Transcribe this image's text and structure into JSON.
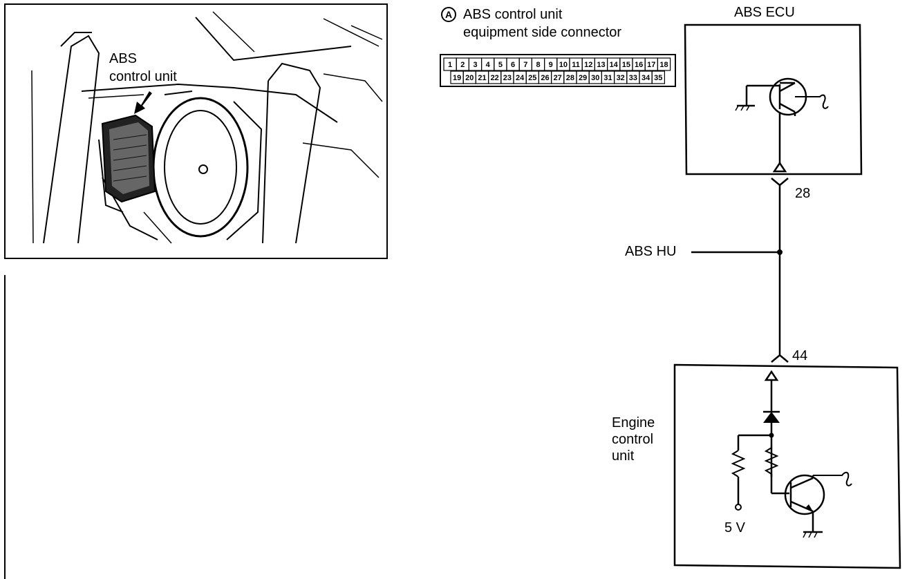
{
  "photo": {
    "callout_line1": "ABS",
    "callout_line2": "control unit"
  },
  "connector": {
    "marker": "A",
    "title_line1": "ABS control unit",
    "title_line2": "equipment side connector",
    "top_row": [
      "1",
      "2",
      "3",
      "4",
      "5",
      "6",
      "7",
      "8",
      "9",
      "10",
      "11",
      "12",
      "13",
      "14",
      "15",
      "16",
      "17",
      "18"
    ],
    "bottom_row": [
      "19",
      "20",
      "21",
      "22",
      "23",
      "24",
      "25",
      "26",
      "27",
      "28",
      "29",
      "30",
      "31",
      "32",
      "33",
      "34",
      "35"
    ]
  },
  "diagram": {
    "abs_ecu_label": "ABS ECU",
    "abs_ecu_pin": "28",
    "junction_label": "ABS HU",
    "ecm_pin": "44",
    "ecm_line1": "Engine",
    "ecm_line2": "control",
    "ecm_line3": "unit",
    "supply_label": "5 V"
  }
}
